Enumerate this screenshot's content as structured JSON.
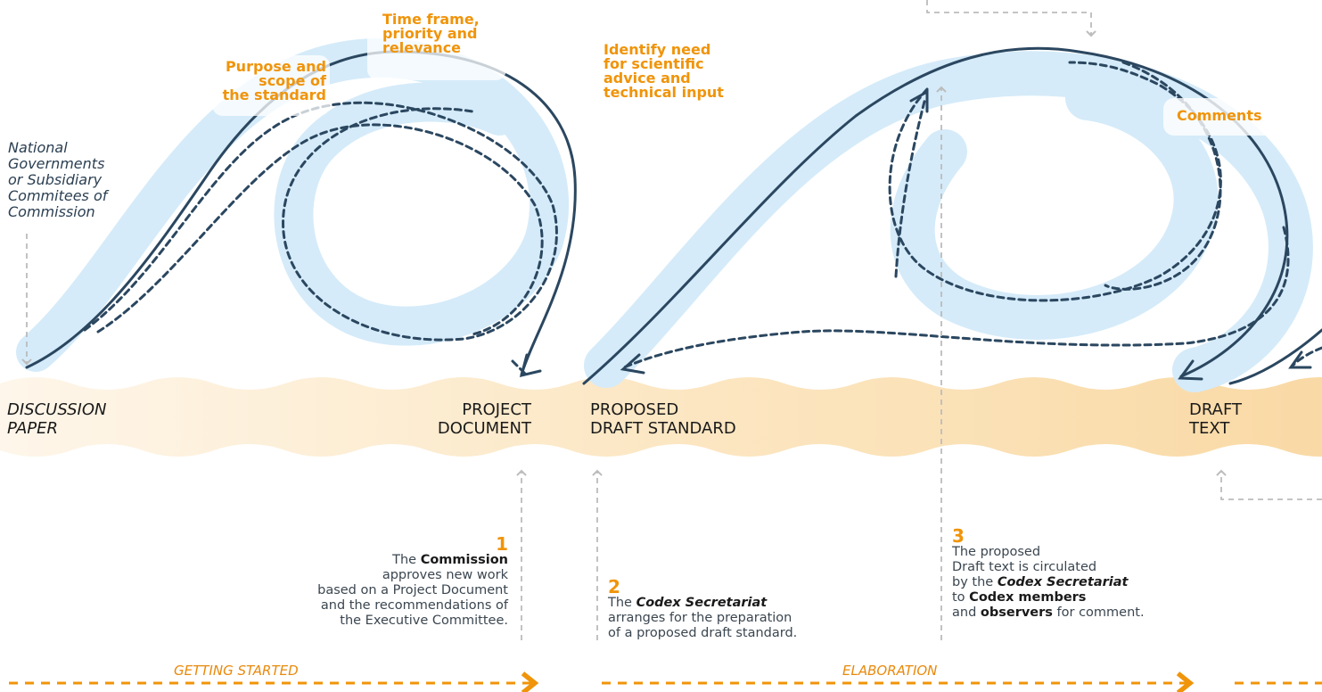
{
  "source_note": {
    "lines": [
      "National",
      "Governments",
      "or Subsidiary",
      "Commitees of",
      "Commission"
    ]
  },
  "loop_labels": {
    "purpose": [
      "Purpose and",
      "scope of",
      "the standard"
    ],
    "time_frame": [
      "Time frame,",
      "priority and",
      "relevance"
    ],
    "scientific": [
      "Identify need",
      "for scientific",
      "advice and",
      "technical input"
    ],
    "comments": "Comments"
  },
  "stages": {
    "discussion": [
      "DISCUSSION",
      "PAPER"
    ],
    "project": [
      "PROJECT",
      "DOCUMENT"
    ],
    "proposed": [
      "PROPOSED",
      "DRAFT STANDARD"
    ],
    "draft": [
      "DRAFT",
      "TEXT"
    ]
  },
  "steps": [
    {
      "number": "1",
      "parts": [
        {
          "t": "The ",
          "b": false,
          "i": false
        },
        {
          "t": "Commission",
          "b": true,
          "i": false
        },
        {
          "t": "\napproves new work\nbased on a Project Document\nand the recommendations of\nthe Executive Committee.",
          "b": false,
          "i": false
        }
      ]
    },
    {
      "number": "2",
      "parts": [
        {
          "t": "The ",
          "b": false,
          "i": false
        },
        {
          "t": "Codex Secretariat",
          "b": true,
          "i": true
        },
        {
          "t": "\narranges for the preparation\nof a proposed draft standard.",
          "b": false,
          "i": false
        }
      ]
    },
    {
      "number": "3",
      "parts": [
        {
          "t": "The proposed\nDraft text is circulated\nby the ",
          "b": false,
          "i": false
        },
        {
          "t": "Codex Secretariat",
          "b": true,
          "i": true
        },
        {
          "t": "\nto ",
          "b": false,
          "i": false
        },
        {
          "t": "Codex members",
          "b": true,
          "i": false
        },
        {
          "t": "\nand ",
          "b": false,
          "i": false
        },
        {
          "t": "observers",
          "b": true,
          "i": false
        },
        {
          "t": " for comment.",
          "b": false,
          "i": false
        }
      ]
    }
  ],
  "phases": {
    "getting_started": "GETTING STARTED",
    "elaboration": "ELABORATION"
  },
  "colors": {
    "accent_orange": "#f0940a",
    "curve_navy": "#2b4760",
    "loop_fill": "#d5ebf9",
    "band_fill": "#fbe3b6",
    "guide_gray": "#bcbcbc"
  }
}
